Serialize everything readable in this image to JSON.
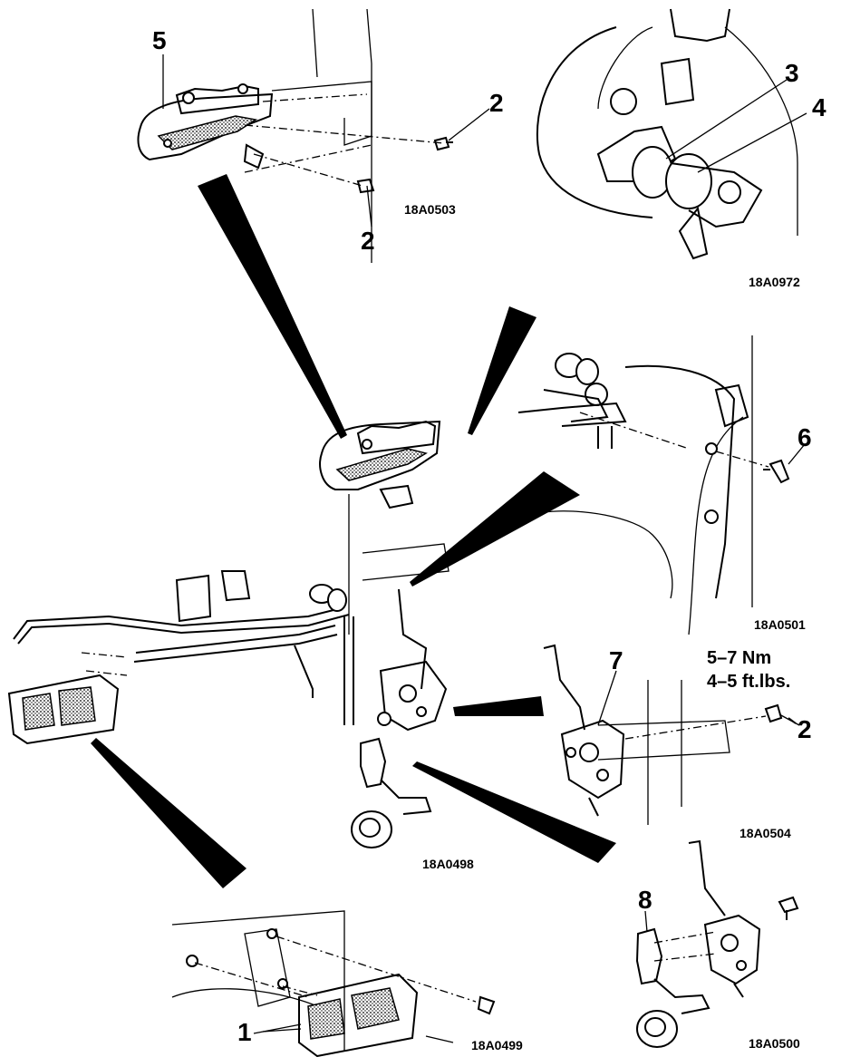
{
  "callouts": {
    "c1": "1",
    "c2a": "2",
    "c2b": "2",
    "c2c": "2",
    "c3": "3",
    "c4": "4",
    "c5": "5",
    "c6": "6",
    "c7": "7",
    "c8": "8"
  },
  "figure_codes": {
    "f0503": "18A0503",
    "f0972": "18A0972",
    "f0501": "18A0501",
    "f0504": "18A0504",
    "f0498": "18A0498",
    "f0499": "18A0499",
    "f0500": "18A0500"
  },
  "torque": {
    "nm": "5–7 Nm",
    "ftlbs": "4–5 ft.lbs."
  }
}
